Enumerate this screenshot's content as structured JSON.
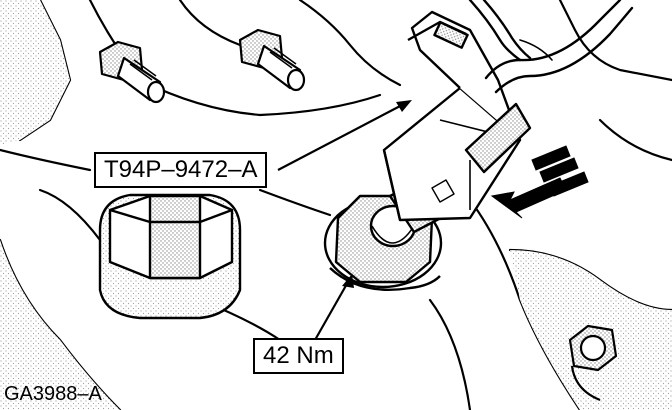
{
  "figure": {
    "tool_label": "T94P–9472–A",
    "torque_label": "42 Nm",
    "figure_id": "GA3988–A"
  },
  "colors": {
    "ink": "#000000",
    "paper": "#ffffff",
    "shading": "#bdbdbd"
  },
  "icons": {
    "direction_indicator": "triple-arrow-left-down"
  }
}
